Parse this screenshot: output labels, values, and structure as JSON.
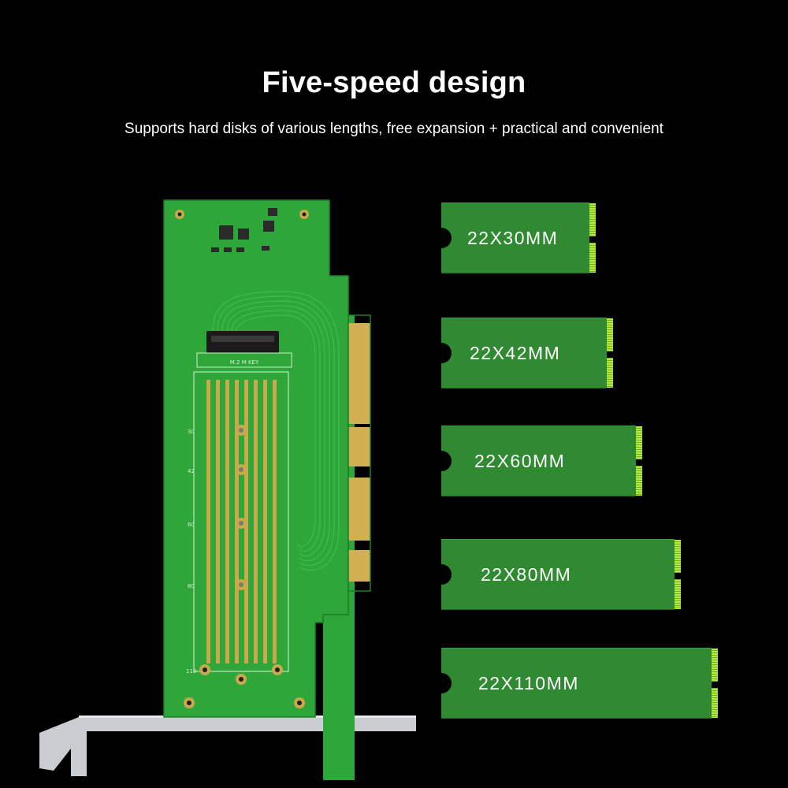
{
  "heading": {
    "title": "Five-speed design",
    "subtitle": "Supports hard disks of various lengths, free expansion + practical and convenient"
  },
  "board": {
    "connector_label": "M.2 M KEY",
    "length_marks": [
      "30",
      "42",
      "60",
      "80",
      "110"
    ]
  },
  "ssd_sizes": [
    {
      "label": "22X30MM"
    },
    {
      "label": "22X42MM"
    },
    {
      "label": "22X60MM"
    },
    {
      "label": "22X80MM"
    },
    {
      "label": "22X110MM"
    }
  ],
  "colors": {
    "background": "#000000",
    "pcb_green": "#2fa63a",
    "ssd_green": "#2f8a32",
    "gold_contact": "#c9a94a",
    "pin_highlight": "#b6ea3a",
    "bracket": "#c9ccd0"
  }
}
